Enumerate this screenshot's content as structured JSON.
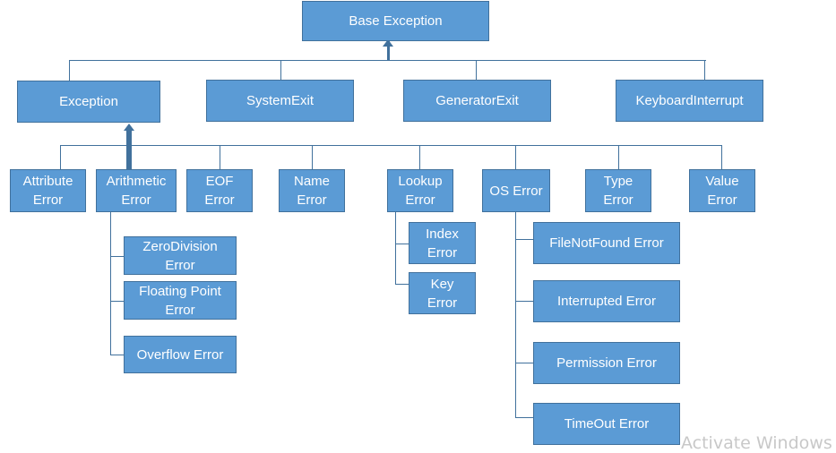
{
  "diagram": {
    "root": "Base Exception",
    "level1": {
      "exception": "Exception",
      "system_exit": "SystemExit",
      "generator_exit": "GeneratorExit",
      "keyboard_interrupt": "KeyboardInterrupt"
    },
    "exception_children": {
      "attribute_error": "Attribute\nError",
      "arithmetic_error": "Arithmetic\nError",
      "eof_error": "EOF\nError",
      "name_error": "Name\nError",
      "lookup_error": "Lookup\nError",
      "os_error": "OS Error",
      "type_error": "Type\nError",
      "value_error": "Value\nError"
    },
    "arithmetic_children": {
      "zero_division_error": "ZeroDivision\nError",
      "floating_point_error": "Floating Point\nError",
      "overflow_error": "Overflow Error"
    },
    "lookup_children": {
      "index_error": "Index\nError",
      "key_error": "Key\nError"
    },
    "os_children": {
      "file_not_found_error": "FileNotFound Error",
      "interrupted_error": "Interrupted Error",
      "permission_error": "Permission Error",
      "timeout_error": "TimeOut Error"
    }
  },
  "watermark": "Activate Windows",
  "colors": {
    "box_fill": "#5b9bd5",
    "box_border": "#41719c",
    "connector": "#41719c",
    "text": "#ffffff"
  }
}
